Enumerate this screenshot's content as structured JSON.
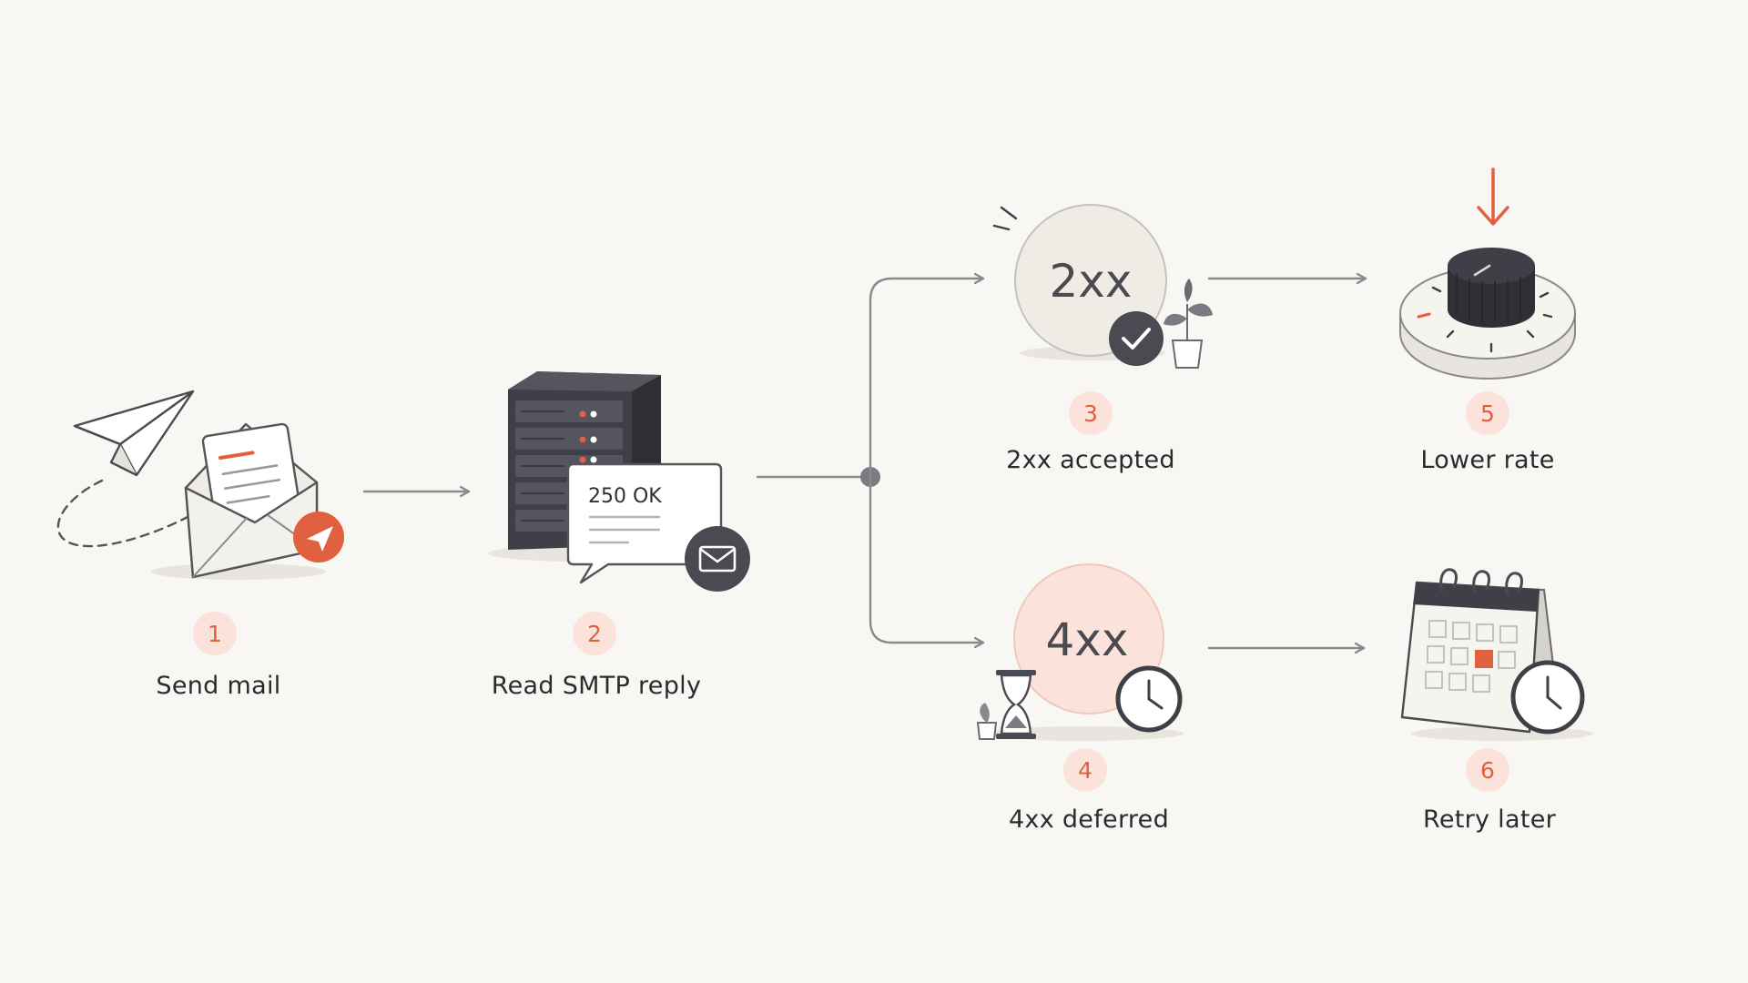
{
  "colors": {
    "background": "#f9f7f3",
    "accent": "#e0603f",
    "badge": "#fbe3dc",
    "dark": "#3f3f47",
    "line": "#8a8a8e"
  },
  "steps": [
    {
      "number": "1",
      "label": "Send mail",
      "icon": "paper-plane-envelope-icon"
    },
    {
      "number": "2",
      "label": "Read SMTP reply",
      "icon": "server-reply-icon",
      "reply_text": "250 OK"
    },
    {
      "number": "3",
      "label": "2xx accepted",
      "icon": "accepted-circle-icon",
      "status": "2xx"
    },
    {
      "number": "4",
      "label": "4xx deferred",
      "icon": "deferred-circle-icon",
      "status": "4xx"
    },
    {
      "number": "5",
      "label": "Lower rate",
      "icon": "rate-dial-icon"
    },
    {
      "number": "6",
      "label": "Retry later",
      "icon": "calendar-clock-icon"
    }
  ]
}
